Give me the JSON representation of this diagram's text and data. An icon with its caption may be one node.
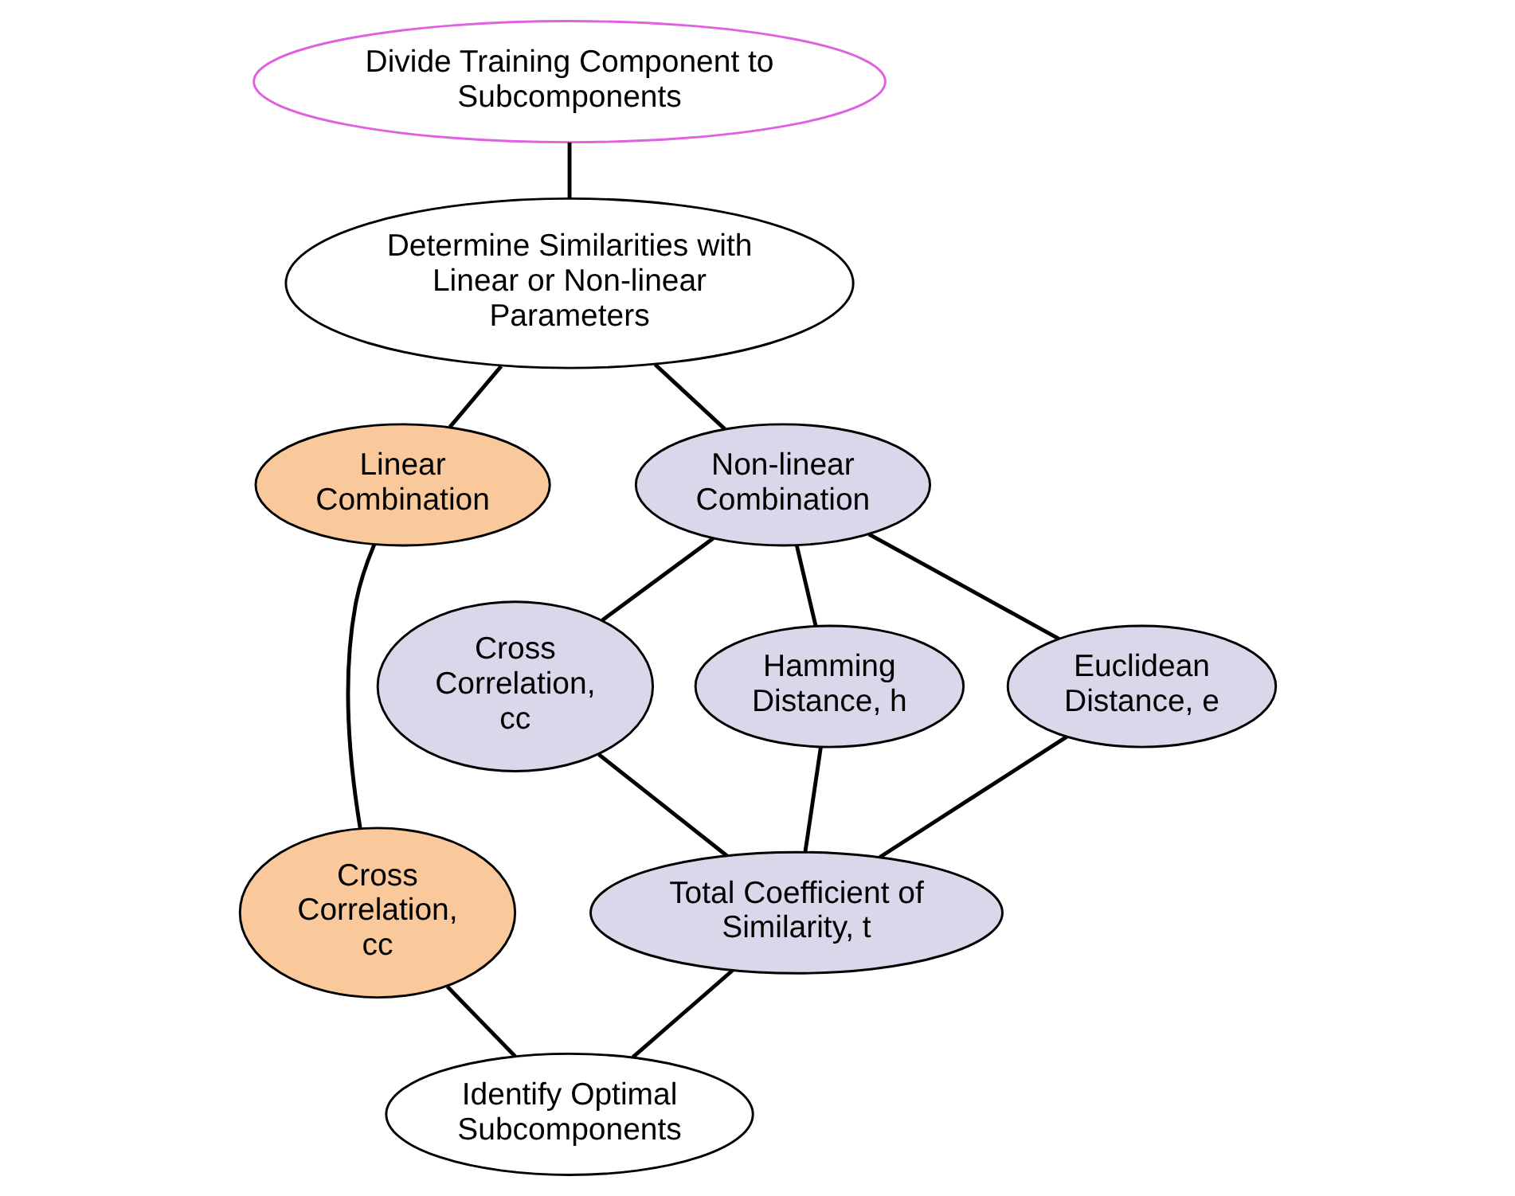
{
  "diagram": {
    "nodes": [
      {
        "text": [
          "Divide Training Component to Subcomponents"
        ]
      },
      {
        "text": [
          "Determine Similarities with Linear or Non-linear Parameters"
        ]
      },
      {
        "text": [
          "Linear Combination"
        ]
      },
      {
        "text": [
          "Non-linear Combination"
        ]
      },
      {
        "text": [
          "Cross Correlation, cc"
        ]
      },
      {
        "text": [
          "Cross Correlation, cc"
        ]
      },
      {
        "text": [
          "Hamming Distance, h"
        ]
      },
      {
        "text": [
          "Euclidean Distance, e"
        ]
      },
      {
        "text": [
          "Total Coefficient of Similarity, t"
        ]
      },
      {
        "text": [
          "Identify Optimal Subcomponents"
        ]
      }
    ],
    "edges": [
      {
        "from": 0,
        "to": 1,
        "arrow": "none"
      },
      {
        "from": 1,
        "to": 2,
        "arrow": "none"
      },
      {
        "from": 1,
        "to": 3,
        "arrow": "none"
      },
      {
        "from": 2,
        "to": 4,
        "arrow": "none"
      },
      {
        "from": 3,
        "to": 5,
        "arrow": "none"
      },
      {
        "from": 3,
        "to": 6,
        "arrow": "none"
      },
      {
        "from": 3,
        "to": 7,
        "arrow": "none"
      },
      {
        "from": 5,
        "to": 8,
        "arrow": "none"
      },
      {
        "from": 6,
        "to": 8,
        "arrow": "none"
      },
      {
        "from": 7,
        "to": 8,
        "arrow": "none"
      },
      {
        "from": 4,
        "to": 9,
        "arrow": "none"
      },
      {
        "from": 8,
        "to": 9,
        "arrow": "none"
      }
    ]
  }
}
